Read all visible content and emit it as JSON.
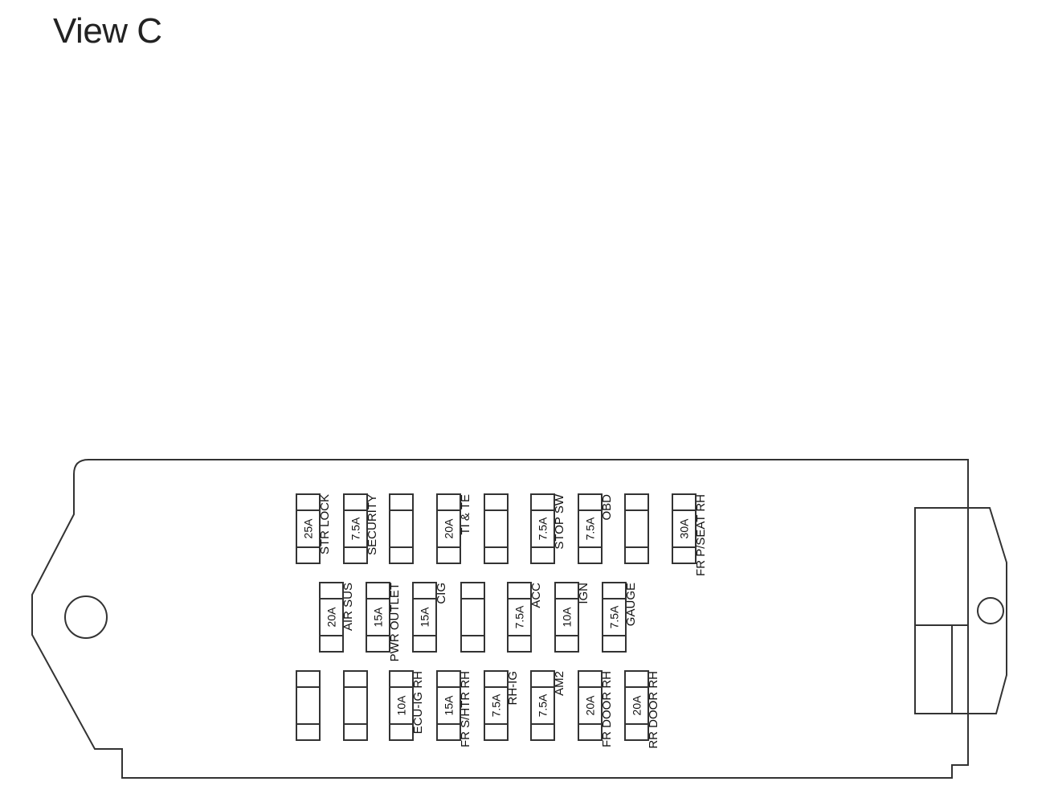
{
  "title": "View C",
  "fuses": [
    {
      "rating": "25A",
      "label": "STR LOCK"
    },
    {
      "rating": "7.5A",
      "label": "SECURITY"
    },
    {
      "rating": "",
      "label": ""
    },
    {
      "rating": "20A",
      "label": "TI & TE"
    },
    {
      "rating": "",
      "label": ""
    },
    {
      "rating": "7.5A",
      "label": "STOP SW"
    },
    {
      "rating": "7.5A",
      "label": "OBD"
    },
    {
      "rating": "",
      "label": ""
    },
    {
      "rating": "30A",
      "label": "FR P/SEAT RH"
    },
    {
      "rating": "20A",
      "label": "AIR SUS"
    },
    {
      "rating": "15A",
      "label": "PWR OUTLET"
    },
    {
      "rating": "15A",
      "label": "CIG"
    },
    {
      "rating": "",
      "label": ""
    },
    {
      "rating": "7.5A",
      "label": "ACC"
    },
    {
      "rating": "10A",
      "label": "IGN"
    },
    {
      "rating": "7.5A",
      "label": "GAUGE"
    },
    {
      "rating": "",
      "label": ""
    },
    {
      "rating": "",
      "label": ""
    },
    {
      "rating": "10A",
      "label": "ECU-IG RH"
    },
    {
      "rating": "15A",
      "label": "FR S/HTR RH"
    },
    {
      "rating": "7.5A",
      "label": "RH-IG"
    },
    {
      "rating": "7.5A",
      "label": "AM2"
    },
    {
      "rating": "20A",
      "label": "FR DOOR RH"
    },
    {
      "rating": "20A",
      "label": "RR DOOR RH"
    }
  ]
}
